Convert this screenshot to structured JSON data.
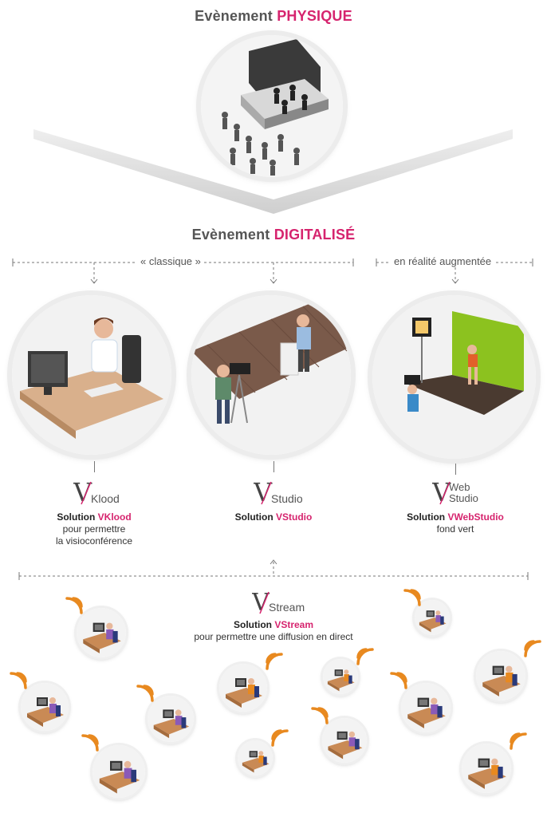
{
  "physical": {
    "prefix": "Evènement",
    "accent": "PHYSIQUE"
  },
  "digital": {
    "prefix": "Evènement",
    "accent": "DIGITALISÉ"
  },
  "classic_label": "« classique »",
  "ar_label": "en réalité augmentée",
  "solutions": [
    {
      "logo_rest": "Klood",
      "title_prefix": "Solution ",
      "title_accent": "VKlood",
      "line1": "pour permettre",
      "line2": "la visioconférence"
    },
    {
      "logo_rest": "Studio",
      "title_prefix": "Solution ",
      "title_accent": "VStudio",
      "line1": "",
      "line2": ""
    },
    {
      "logo_rest1": "Web",
      "logo_rest2": "Studio",
      "title_prefix": "Solution ",
      "title_accent": "VWebStudio",
      "line1": "fond vert",
      "line2": ""
    }
  ],
  "stream": {
    "logo_rest": "Stream",
    "title_prefix": "Solution ",
    "title_accent": "VStream",
    "line1": "pour permettre une diffusion en direct"
  },
  "colors": {
    "accent": "#d6246e",
    "wifi": "#e8891f",
    "green_screen": "#8cc21f"
  }
}
